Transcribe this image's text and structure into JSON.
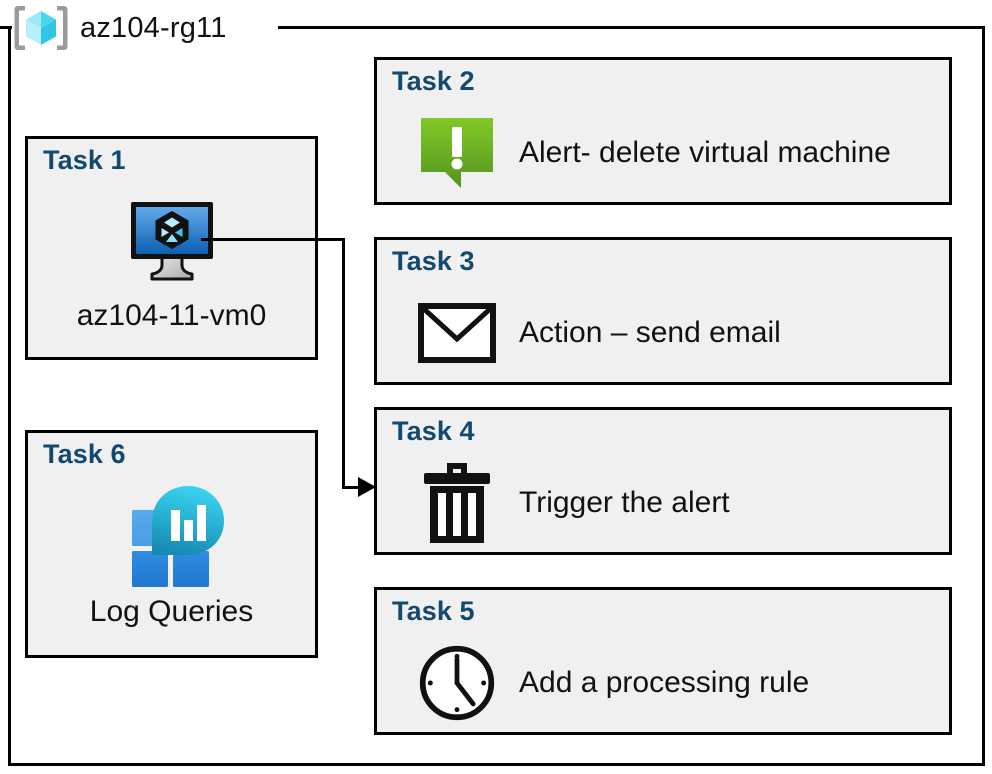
{
  "resource_group": {
    "name": "az104-rg11",
    "icon": "azure-resource-group-icon"
  },
  "colors": {
    "task_heading": "#13496f",
    "card_fill": "#f0f0f0",
    "card_border": "#000000",
    "alert_green_light": "#86c52b",
    "alert_green_dark": "#5a9a22",
    "vm_blue_light": "#5ba7e8",
    "vm_blue_dark": "#0f62b0",
    "log_cyan": "#31cbe8",
    "log_teal": "#1a8fb5",
    "log_blue_light": "#4fa3e8",
    "log_blue_dark": "#2080d8"
  },
  "cards": {
    "task1": {
      "title": "Task 1",
      "label": "az104-11-vm0",
      "icon": "virtual-machine-icon"
    },
    "task2": {
      "title": "Task 2",
      "label": "Alert- delete virtual machine",
      "icon": "alert-bubble-icon"
    },
    "task3": {
      "title": "Task 3",
      "label": "Action – send email",
      "icon": "envelope-icon"
    },
    "task4": {
      "title": "Task 4",
      "label": "Trigger the alert",
      "icon": "trash-bin-icon"
    },
    "task5": {
      "title": "Task 5",
      "label": "Add a processing rule",
      "icon": "clock-icon"
    },
    "task6": {
      "title": "Task 6",
      "label": "Log Queries",
      "icon": "log-analytics-icon"
    }
  },
  "connector": {
    "from": "task1-vm-icon",
    "to": "task4-card",
    "arrow": "arrowhead-right"
  }
}
